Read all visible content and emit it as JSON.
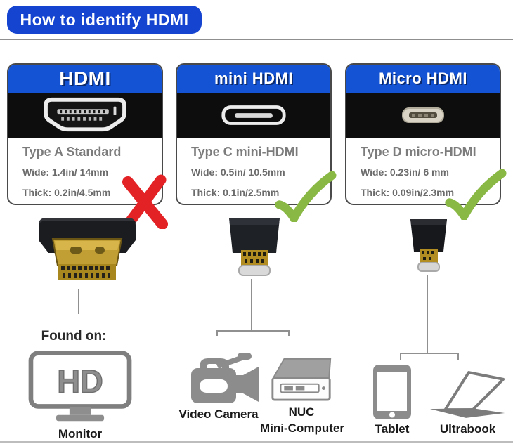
{
  "title": "How to identify HDMI",
  "cards": [
    {
      "header": "HDMI",
      "type_label": "Type A Standard",
      "wide": "Wide: 1.4in/ 14mm",
      "thick": "Thick: 0.2in/4.5mm",
      "verdict": "no-match"
    },
    {
      "header": "mini HDMI",
      "type_label": "Type C mini-HDMI",
      "wide": "Wide: 0.5in/ 10.5mm",
      "thick": "Thick: 0.1in/2.5mm",
      "verdict": "match"
    },
    {
      "header": "Micro HDMI",
      "type_label": "Type D micro-HDMI",
      "wide": "Wide: 0.23in/ 6 mm",
      "thick": "Thick: 0.09in/2.3mm",
      "verdict": "match"
    }
  ],
  "found_on_label": "Found on:",
  "devices": {
    "monitor": {
      "label": "Monitor",
      "screen_text": "HD"
    },
    "video_camera": {
      "label": "Video Camera"
    },
    "nuc": {
      "label_line1": "NUC",
      "label_line2": "Mini-Computer"
    },
    "tablet": {
      "label": "Tablet"
    },
    "ultrabook": {
      "label": "Ultrabook"
    }
  },
  "colors": {
    "accent_blue": "#1544d0",
    "header_blue": "#1353d4",
    "reject_red": "#e32226",
    "approve_green": "#8ab845",
    "icon_gray": "#8c8c8c"
  }
}
